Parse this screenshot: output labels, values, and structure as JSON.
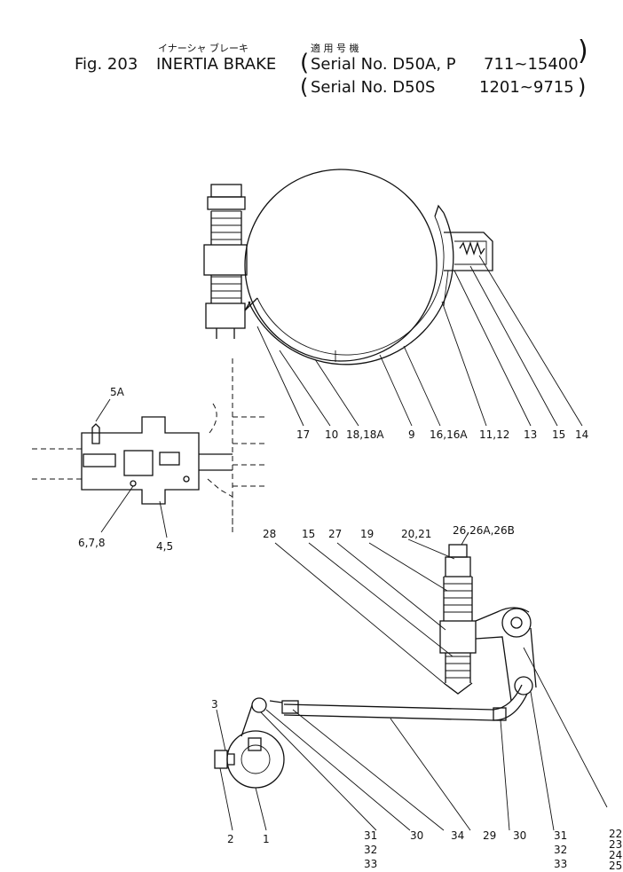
{
  "header": {
    "fig_label": "Fig. 203",
    "title_jp": "イナーシャ ブレーキ",
    "title": "INERTIA BRAKE",
    "applicable_jp": "適 用 号 機",
    "serial_line1": "Serial No. D50A, P",
    "serial_range1": "711~15400",
    "serial_line2": "Serial No. D50S",
    "serial_range2": "1201~9715"
  },
  "callouts_top": [
    "17",
    "10",
    "18,18A",
    "9",
    "16,16A",
    "11,12",
    "13",
    "15",
    "14"
  ],
  "callouts_left": [
    "5A",
    "6,7,8",
    "4,5"
  ],
  "callouts_linkage_top": [
    "28",
    "15",
    "27",
    "19",
    "20,21",
    "26,26A,26B"
  ],
  "callouts_bottom": {
    "b2": "2",
    "b1": "1",
    "b3": "3",
    "b31": "31",
    "b32": "32",
    "b33": "33",
    "b30a": "30",
    "b34": "34",
    "b29": "29",
    "b30b": "30",
    "b31b": "31",
    "b32b": "32",
    "b33b": "33",
    "b22": "22",
    "b23": "23",
    "b24": "24",
    "b25": "25"
  }
}
